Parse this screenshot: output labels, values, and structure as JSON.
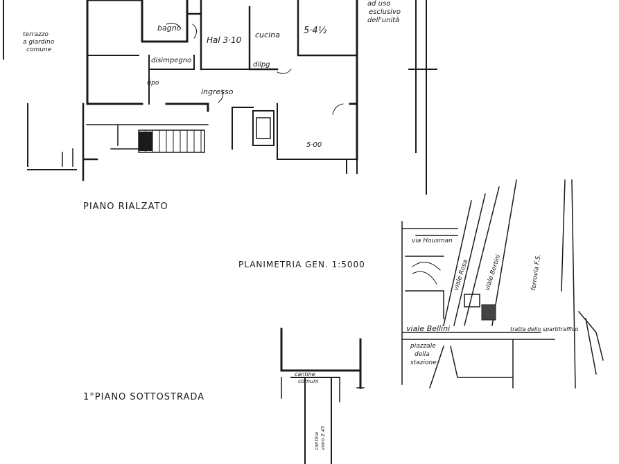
{
  "ground_floor": {
    "heading": "PIANO RIALZATO",
    "rooms": {
      "bathroom": "bagno",
      "living": "Hal 3·10",
      "kitchen": "cucina",
      "kitchen_dim": "5·4½",
      "hallway": "disimpegno",
      "storage": "dilpg",
      "small_room": "ripo",
      "entrance": "ingresso",
      "bottom_dim": "5·00"
    },
    "exclusive_use_note": [
      "ad uso",
      "esclusivo",
      "dell'unità"
    ],
    "terrace_note": [
      "terrazzo",
      "a giardino",
      "comune"
    ]
  },
  "site_plan": {
    "heading": "PLANIMETRIA GEN. 1:5000",
    "streets": {
      "via_top": "via Housman",
      "viale_diag1": "viale Rosa",
      "viale_diag2": "viale Bertini",
      "viale_main": "viale Bellini",
      "rail": "ferrovia F.S.",
      "park_label": "tratta dello spartitraffico"
    },
    "square": [
      "piazzale",
      "della",
      "stazione"
    ]
  },
  "basement": {
    "heading": "1°PIANO SOTTOSTRADA",
    "cellar_label": [
      "cantina",
      "vano 2.45"
    ],
    "common_label": [
      "cantine",
      "comuni"
    ]
  }
}
